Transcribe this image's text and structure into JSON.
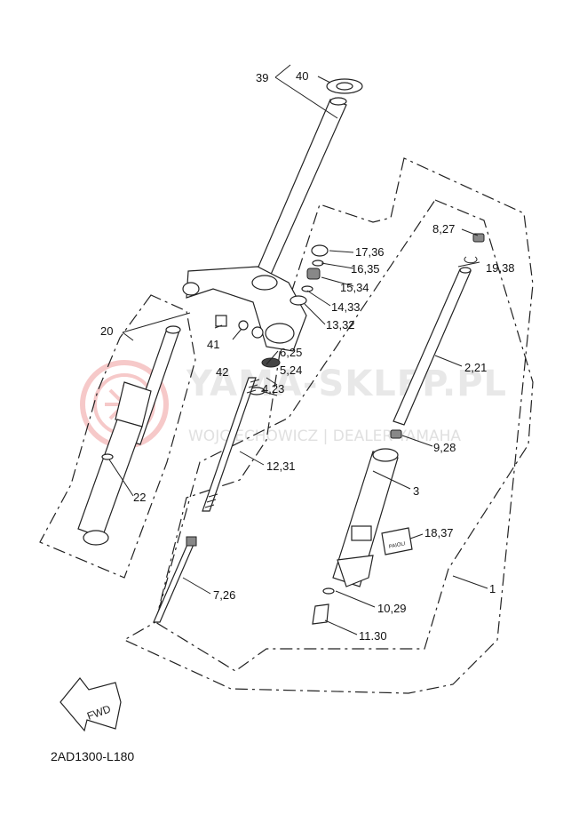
{
  "diagram_code": "2AD1300-L180",
  "watermark": {
    "brand": "YAMA-SKLEP.PL",
    "dealer": "WOJCIECHOWICZ | DEALER YAMAHA"
  },
  "fwd_label": "FWD",
  "sticker_text": "PAIOLI",
  "callouts": {
    "p1": "1",
    "p2_21": "2,21",
    "p3": "3",
    "p4_23": "4,23",
    "p5_24": "5,24",
    "p6_25": "6,25",
    "p7_26": "7,26",
    "p8_27": "8,27",
    "p9_28": "9,28",
    "p10_29": "10,29",
    "p11_30": "11.30",
    "p12_31": "12,31",
    "p13_32": "13,32",
    "p14_33": "14,33",
    "p15_34": "15,34",
    "p16_35": "16,35",
    "p17_36": "17,36",
    "p18_37": "18,37",
    "p19_38": "19,38",
    "p20": "20",
    "p22": "22",
    "p39": "39",
    "p40": "40",
    "p41": "41",
    "p42": "42"
  }
}
